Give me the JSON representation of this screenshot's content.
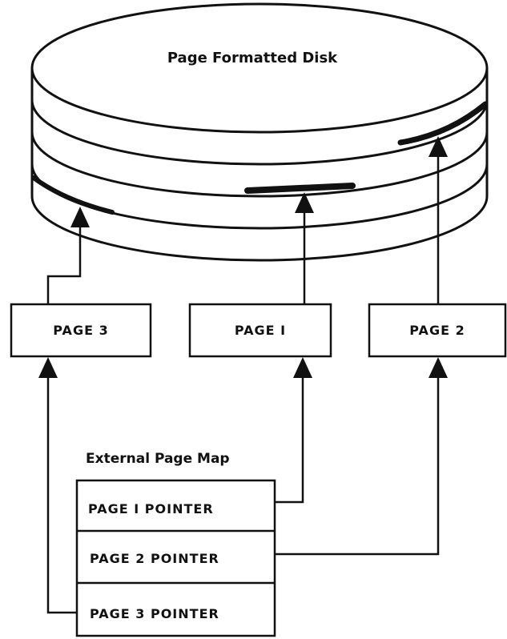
{
  "disk": {
    "title": "Page Formatted Disk"
  },
  "pages": {
    "page3": "PAGE 3",
    "page1": "PAGE I",
    "page2": "PAGE 2"
  },
  "page_map": {
    "title": "External Page Map",
    "rows": [
      "PAGE I POINTER",
      "PAGE 2 POINTER",
      "PAGE 3 POINTER"
    ]
  }
}
